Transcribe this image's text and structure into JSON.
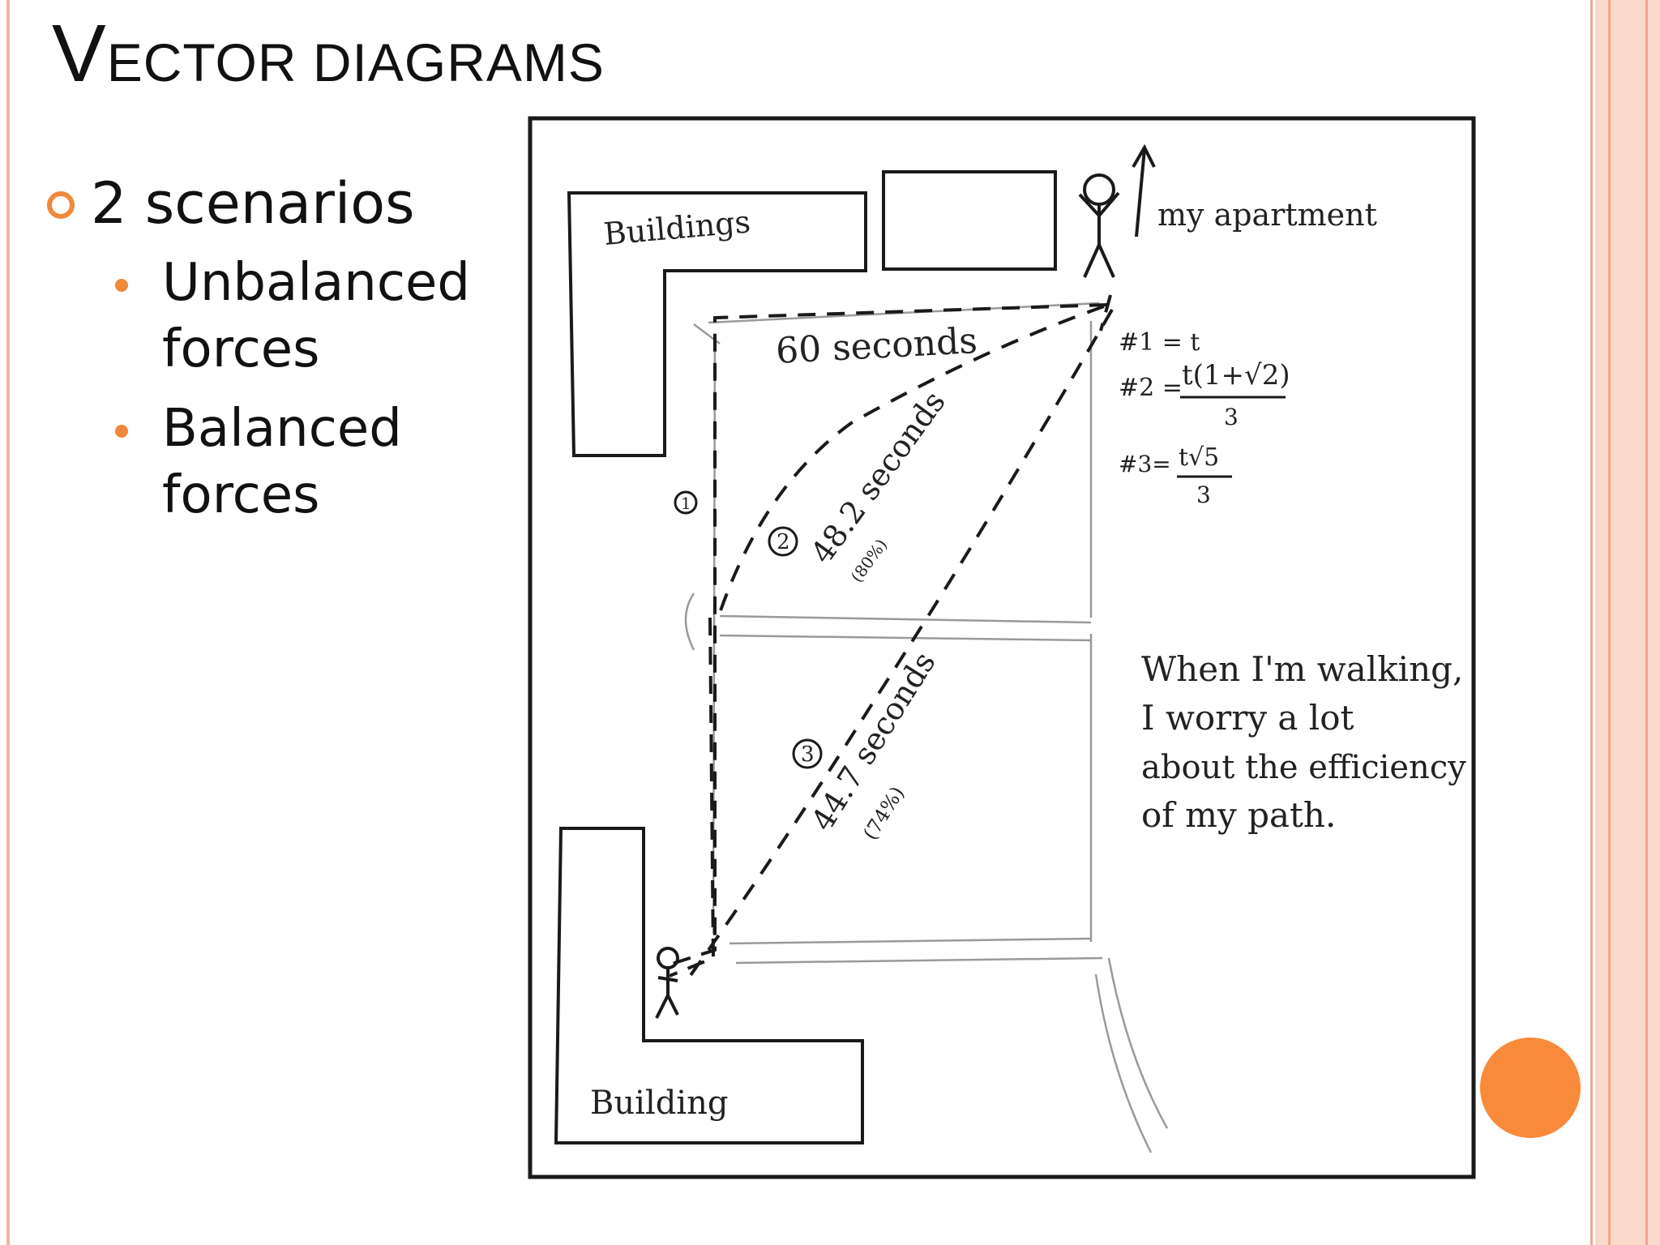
{
  "slide": {
    "title_first": "V",
    "title_rest": "ECTOR DIAGRAMS",
    "bullet": "2 scenarios",
    "subbullets": [
      {
        "line1": "Unbalanced",
        "line2": "forces"
      },
      {
        "line1": "Balanced",
        "line2": "forces"
      }
    ]
  },
  "sketch": {
    "buildings_top": "Buildings",
    "building_bottom": "Building",
    "my_apartment": "my apartment",
    "path1_time": "60 seconds",
    "path2_time": "48.2 seconds",
    "path2_pct": "(80%)",
    "path3_time": "44.7 seconds",
    "path3_pct": "(74%)",
    "path1_marker": "1",
    "path2_marker": "2",
    "path3_marker": "3",
    "eq1": "#1 = t",
    "eq2_label": "#2 =",
    "eq2_num": "t(1+√2)",
    "eq2_den": "3",
    "eq3_label": "#3=",
    "eq3_num": "t√5",
    "eq3_den": "3",
    "caption_lines": [
      "When I'm walking,",
      "I worry a lot",
      "about the efficiency",
      "of my path."
    ]
  },
  "colors": {
    "accent": "#f0893b",
    "side_band": "#fbd9cb"
  }
}
